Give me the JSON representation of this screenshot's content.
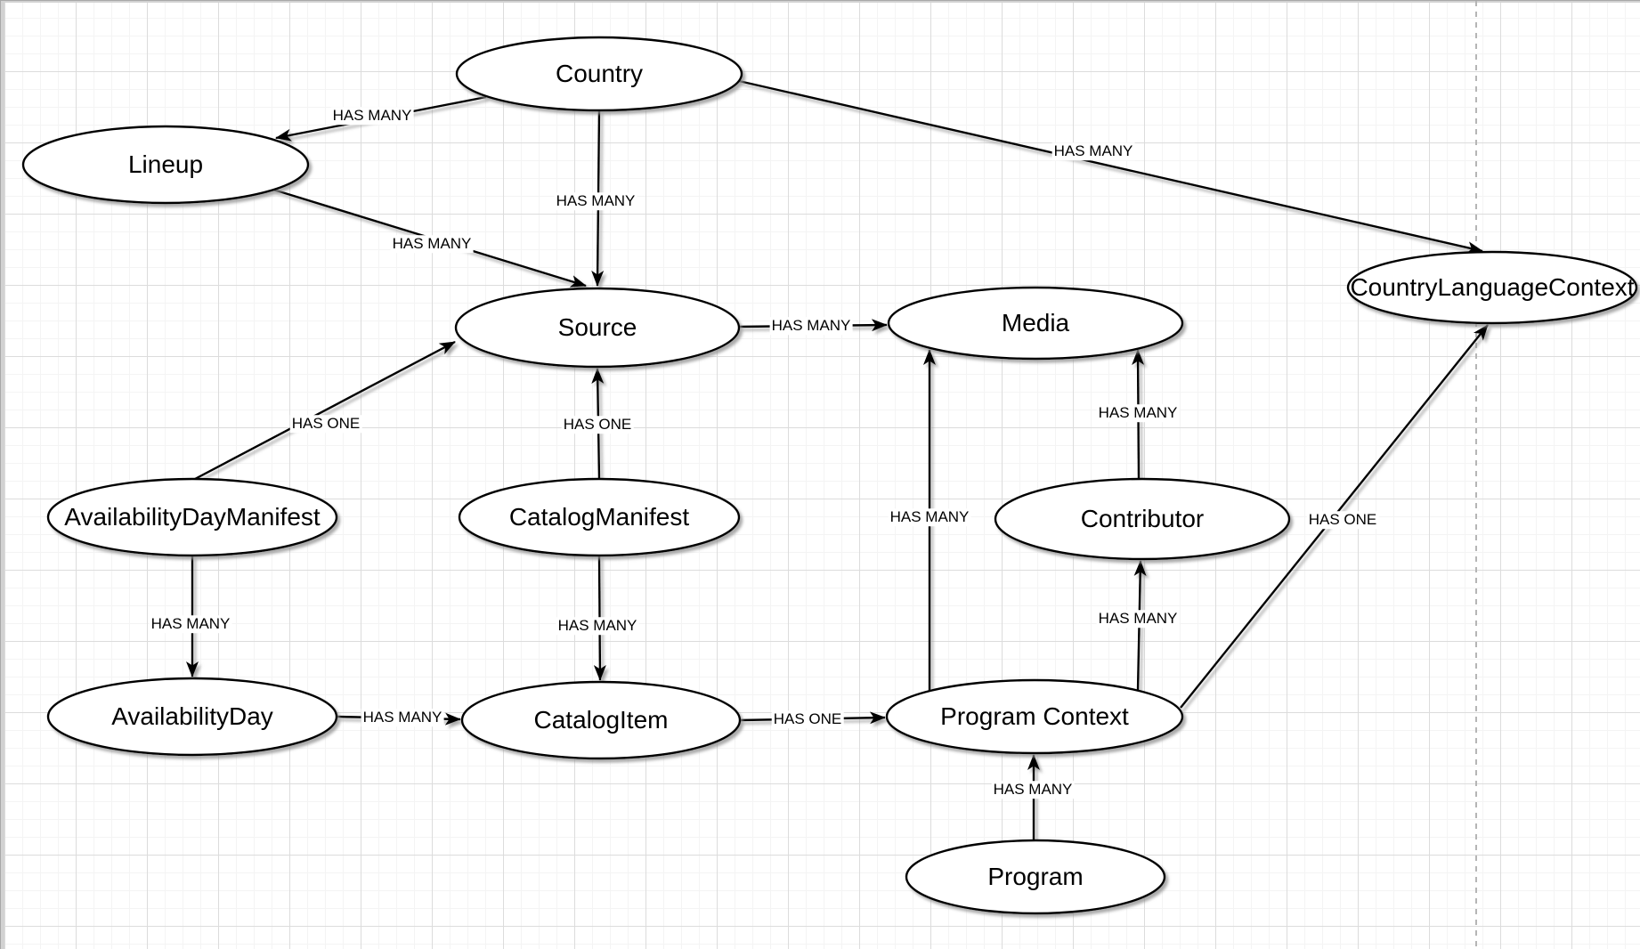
{
  "canvas": {
    "type": "diagram-grid-canvas",
    "grid_minor_color": "#f4f4f4",
    "grid_major_color": "#dcdcdc",
    "chrome_color": "#d2d2d2",
    "page_boundary_color": "#b5b5b5",
    "page_boundary_style": "dashed-vertical"
  },
  "diagram": {
    "node_fill": "#ffffff",
    "stroke_color": "#000000",
    "nodes": [
      {
        "id": "country",
        "label": "Country"
      },
      {
        "id": "lineup",
        "label": "Lineup"
      },
      {
        "id": "countryLanguageContext",
        "label": "CountryLanguageContext"
      },
      {
        "id": "source",
        "label": "Source"
      },
      {
        "id": "media",
        "label": "Media"
      },
      {
        "id": "availabilityDayManifest",
        "label": "AvailabilityDayManifest"
      },
      {
        "id": "catalogManifest",
        "label": "CatalogManifest"
      },
      {
        "id": "contributor",
        "label": "Contributor"
      },
      {
        "id": "availabilityDay",
        "label": "AvailabilityDay"
      },
      {
        "id": "catalogItem",
        "label": "CatalogItem"
      },
      {
        "id": "programContext",
        "label": "Program Context"
      },
      {
        "id": "program",
        "label": "Program"
      }
    ],
    "edges": [
      {
        "from": "country",
        "to": "lineup",
        "label": "HAS MANY"
      },
      {
        "from": "country",
        "to": "source",
        "label": "HAS MANY"
      },
      {
        "from": "lineup",
        "to": "source",
        "label": "HAS MANY"
      },
      {
        "from": "country",
        "to": "countryLanguageContext",
        "label": "HAS MANY"
      },
      {
        "from": "source",
        "to": "media",
        "label": "HAS MANY"
      },
      {
        "from": "availabilityDayManifest",
        "to": "source",
        "label": "HAS ONE"
      },
      {
        "from": "catalogManifest",
        "to": "source",
        "label": "HAS ONE"
      },
      {
        "from": "availabilityDayManifest",
        "to": "availabilityDay",
        "label": "HAS MANY"
      },
      {
        "from": "availabilityDay",
        "to": "catalogItem",
        "label": "HAS MANY"
      },
      {
        "from": "catalogManifest",
        "to": "catalogItem",
        "label": "HAS MANY"
      },
      {
        "from": "catalogItem",
        "to": "programContext",
        "label": "HAS ONE"
      },
      {
        "from": "programContext",
        "to": "media",
        "label": "HAS MANY"
      },
      {
        "from": "contributor",
        "to": "media",
        "label": "HAS MANY"
      },
      {
        "from": "programContext",
        "to": "contributor",
        "label": "HAS MANY"
      },
      {
        "from": "programContext",
        "to": "countryLanguageContext",
        "label": "HAS ONE"
      },
      {
        "from": "program",
        "to": "programContext",
        "label": "HAS MANY"
      }
    ]
  }
}
